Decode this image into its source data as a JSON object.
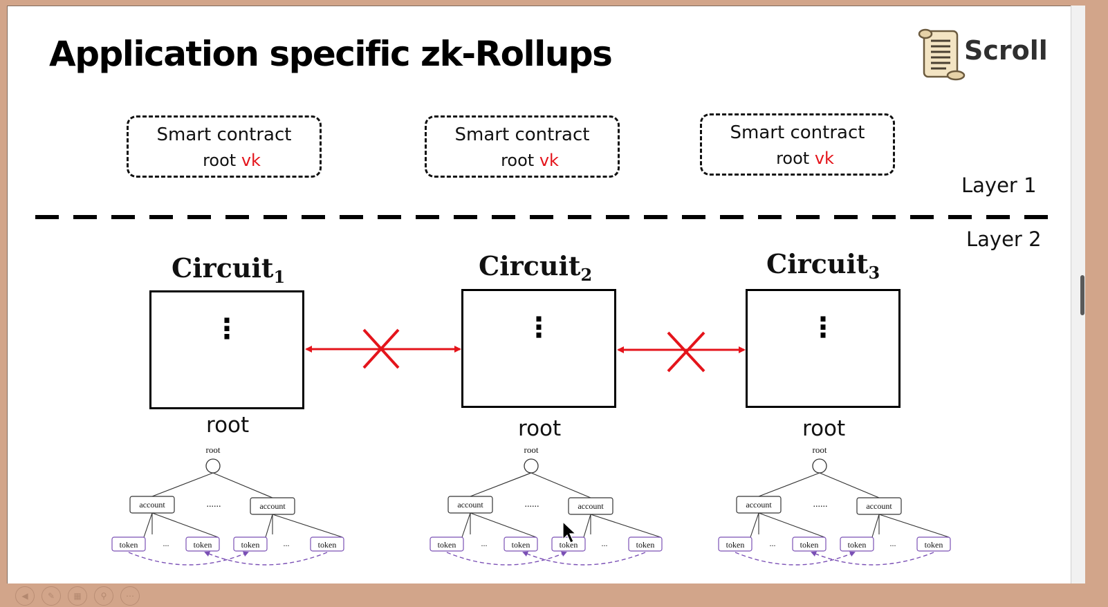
{
  "title": "Application specific zk-Rollups",
  "logo": {
    "text": "Scroll",
    "icon": "scroll-parchment-icon"
  },
  "smart_contracts": [
    {
      "line1": "Smart contract",
      "root_text": "root",
      "vk_text": "vk"
    },
    {
      "line1": "Smart contract",
      "root_text": "root",
      "vk_text": "vk"
    },
    {
      "line1": "Smart contract",
      "root_text": "root",
      "vk_text": "vk"
    }
  ],
  "layers": {
    "layer1": "Layer 1",
    "layer2": "Layer 2"
  },
  "circuits": [
    {
      "name": "Circuit",
      "subscript": "1",
      "root_label": "root",
      "dots": "⋮"
    },
    {
      "name": "Circuit",
      "subscript": "2",
      "root_label": "root",
      "dots": "⋮"
    },
    {
      "name": "Circuit",
      "subscript": "3",
      "root_label": "root",
      "dots": "⋮"
    }
  ],
  "tree": {
    "root": "root",
    "account": "account",
    "token": "token",
    "gap_dots": "......",
    "small_dots": "..."
  },
  "colors": {
    "accent_red": "#e4141b",
    "tree_link_purple": "#7a4fb5",
    "frame": "#d2a58a"
  }
}
